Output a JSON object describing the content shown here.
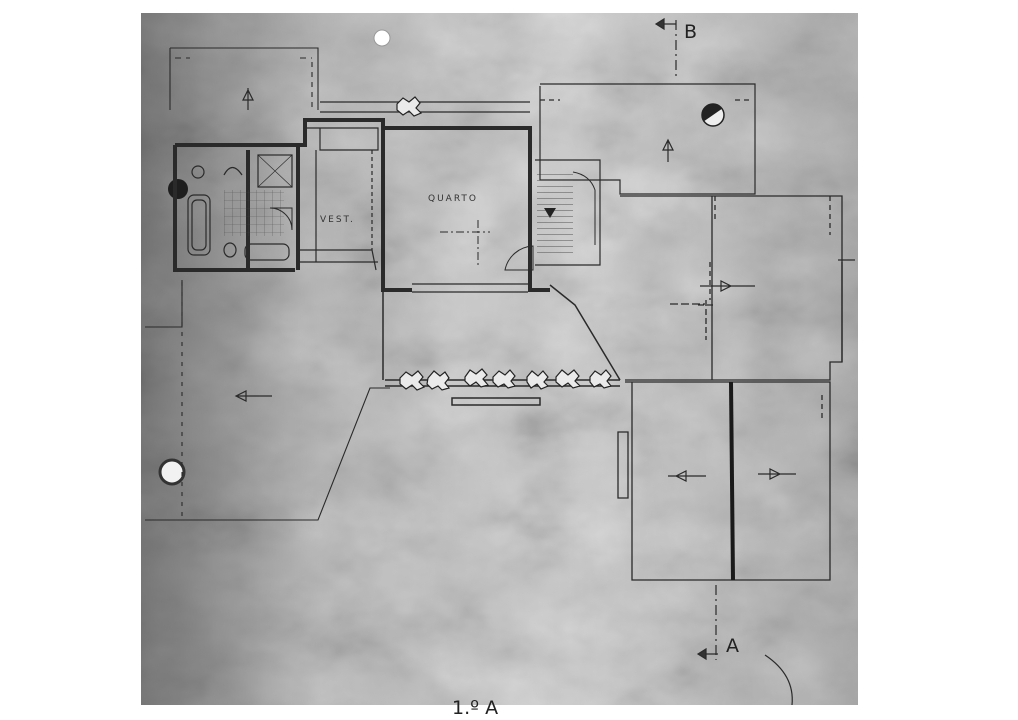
{
  "plan": {
    "rooms": {
      "quarto": "QUARTO",
      "vest": "VEST."
    },
    "section_marks": {
      "a": "A",
      "b": "B"
    },
    "footer_text": "1.º A",
    "colors": {
      "paper": "#d9d9d9",
      "paper_shadow": "#8f8f8f",
      "ink": "#2a2a2a",
      "hatch": "#555555"
    },
    "icons": [
      "north-arrow-icon",
      "section-arrow-icon",
      "slope-arrow-icon",
      "plant-icon",
      "punch-hole-icon"
    ]
  }
}
